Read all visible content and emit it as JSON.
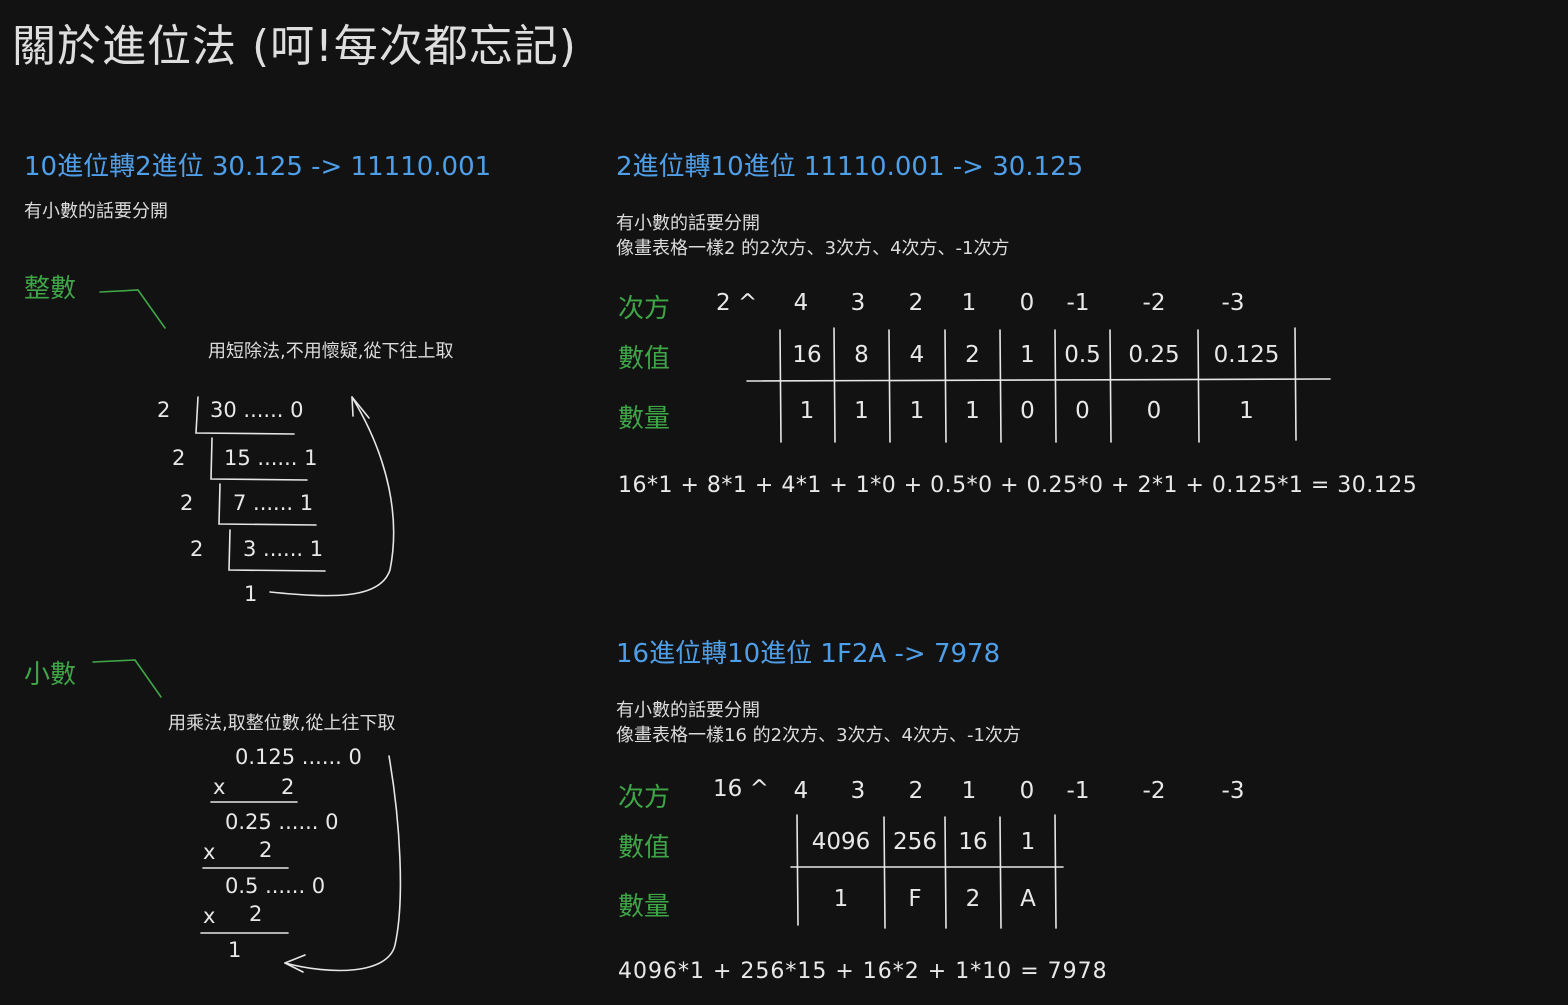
{
  "title": "關於進位法 (呵!每次都忘記)",
  "sec1": {
    "heading": "10進位轉2進位  30.125   ->   11110.001",
    "note": "有小數的話要分開",
    "integer_label": "整數",
    "integer_note": "用短除法,不用懷疑,從下往上取",
    "division": [
      {
        "divisor": "2",
        "text": "30 ...... 0"
      },
      {
        "divisor": "2",
        "text": "15 ...... 1"
      },
      {
        "divisor": "2",
        "text": "7 ...... 1"
      },
      {
        "divisor": "2",
        "text": "3 ...... 1"
      }
    ],
    "division_last": "1",
    "fraction_label": "小數",
    "fraction_note": "用乘法,取整位數,從上往下取",
    "mult": [
      {
        "value": "0.125 ...... 0",
        "op": "x",
        "factor": "2"
      },
      {
        "value": "0.25 ...... 0",
        "op": "x",
        "factor": "2"
      },
      {
        "value": "0.5 ...... 0",
        "op": "x",
        "factor": "2"
      }
    ],
    "mult_last": "1"
  },
  "sec2": {
    "heading": "2進位轉10進位  11110.001   ->   30.125",
    "note1": "有小數的話要分開",
    "note2": "像畫表格一樣2  的2次方、3次方、4次方、-1次方",
    "row_power": "次方",
    "row_value": "數值",
    "row_count": "數量",
    "base": "2 ^",
    "powers": [
      "4",
      "3",
      "2",
      "1",
      "0",
      "-1",
      "-2",
      "-3"
    ],
    "values": [
      "16",
      "8",
      "4",
      "2",
      "1",
      "0.5",
      "0.25",
      "0.125"
    ],
    "counts": [
      "1",
      "1",
      "1",
      "1",
      "0",
      "0",
      "0",
      "1"
    ],
    "equation": "16*1  +  8*1  +  4*1  +  1*0  +  0.5*0  +  0.25*0  +  2*1  +  0.125*1  =  30.125"
  },
  "sec3": {
    "heading": "16進位轉10進位  1F2A   ->   7978",
    "note1": "有小數的話要分開",
    "note2": "像畫表格一樣16  的2次方、3次方、4次方、-1次方",
    "row_power": "次方",
    "row_value": "數值",
    "row_count": "數量",
    "base": "16 ^",
    "powers": [
      "4",
      "3",
      "2",
      "1",
      "0",
      "-1",
      "-2",
      "-3"
    ],
    "values": [
      "4096",
      "256",
      "16",
      "1"
    ],
    "counts": [
      "1",
      "F",
      "2",
      "A"
    ],
    "equation": "4096*1  +  256*15  +  16*2  +  1*10  =  7978"
  }
}
